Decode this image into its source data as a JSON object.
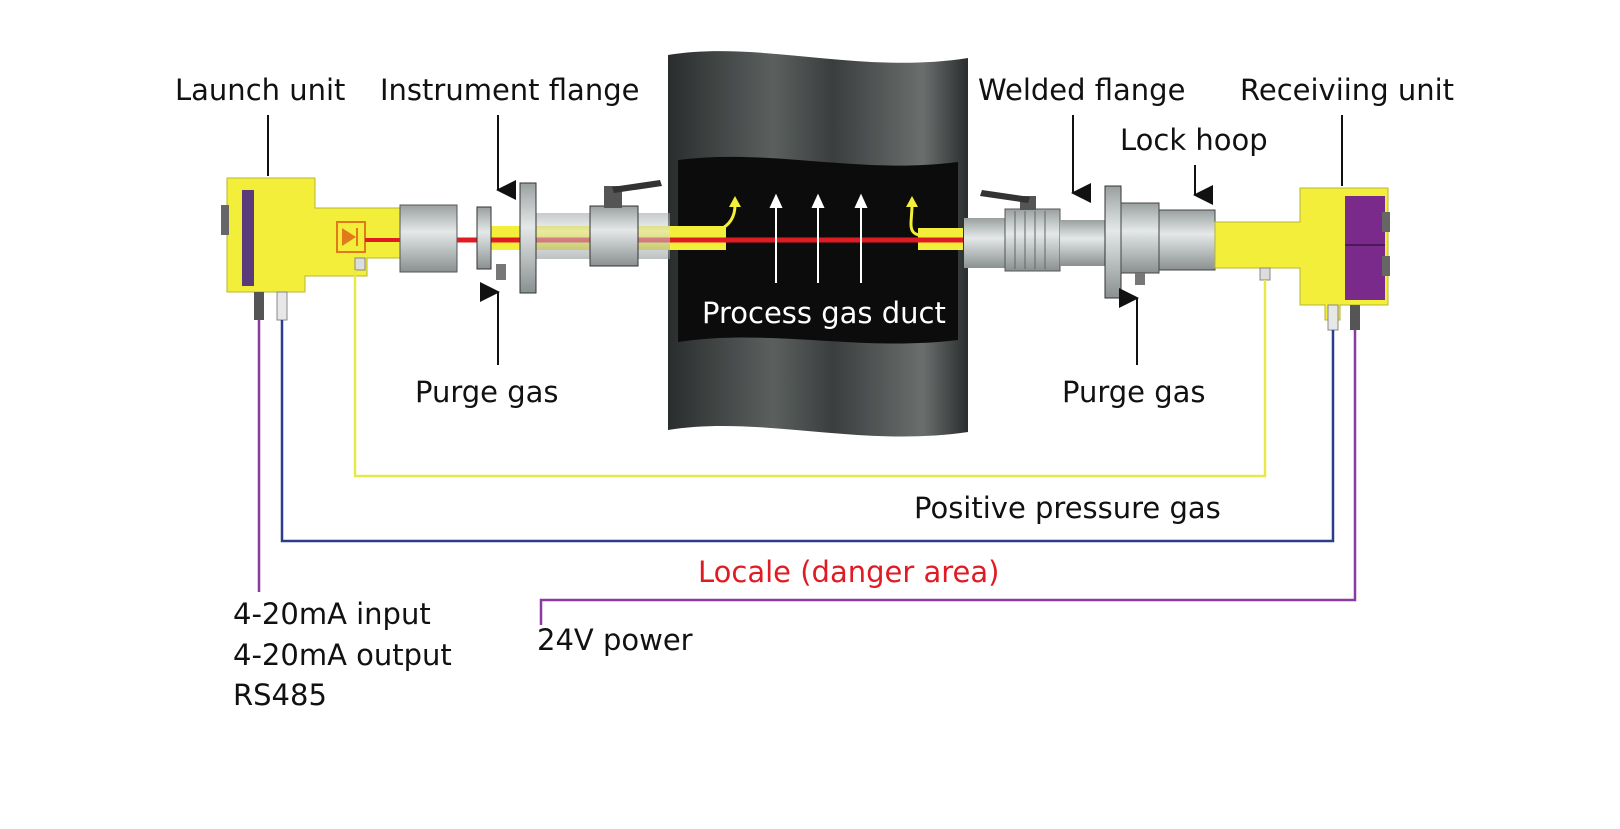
{
  "labels": {
    "launch_unit": "Launch unit",
    "instrument_flange": "Instrument flange",
    "welded_flange": "Welded flange",
    "receiving_unit": "Receiviing unit",
    "lock_hoop": "Lock hoop",
    "process_gas_duct": "Process gas duct",
    "purge_gas_left": "Purge gas",
    "purge_gas_right": "Purge gas",
    "positive_pressure_gas": "Positive pressure gas",
    "locale": "Locale (danger area)",
    "power": "24V power",
    "io_1": "4-20mA input",
    "io_2": "4-20mA output",
    "io_3": "RS485"
  },
  "colors": {
    "unit_yellow": "#f2ee3a",
    "laser_red": "#e01b24",
    "duct_dark": "#1a1a1a",
    "receiver_purple": "#7a2a8a",
    "line_yellow": "#e9e84a",
    "line_blue": "#2b3d8f",
    "line_purple": "#8a3aa0",
    "label_red": "#e01b24"
  }
}
